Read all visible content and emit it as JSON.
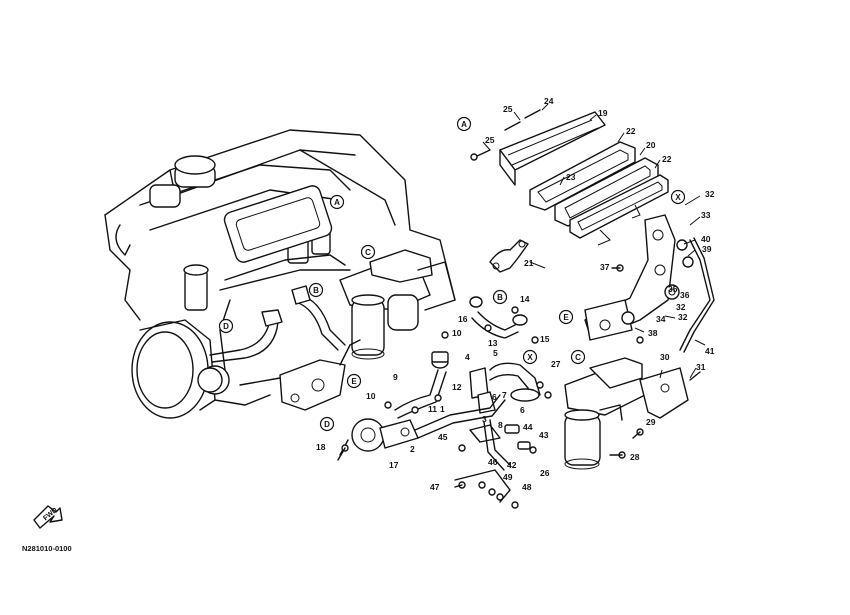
{
  "diagram_code": "N281010-0100",
  "fwd_label": "FWD",
  "ref_markers": [
    "A",
    "B",
    "C",
    "D",
    "E",
    "X"
  ],
  "part_numbers": [
    "1",
    "2",
    "3",
    "4",
    "5",
    "6",
    "7",
    "8",
    "9",
    "10",
    "11",
    "12",
    "13",
    "14",
    "15",
    "16",
    "17",
    "18",
    "19",
    "20",
    "21",
    "22",
    "23",
    "24",
    "25",
    "26",
    "27",
    "28",
    "29",
    "30",
    "31",
    "32",
    "33",
    "34",
    "35",
    "36",
    "37",
    "38",
    "39",
    "40",
    "41",
    "42",
    "43",
    "44",
    "45",
    "46",
    "47",
    "48",
    "49"
  ]
}
